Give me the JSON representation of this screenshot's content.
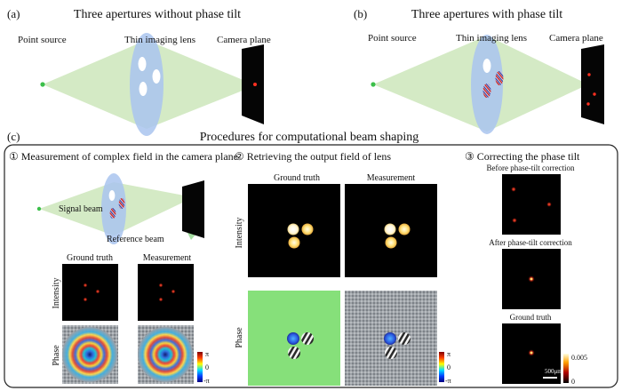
{
  "panel_a": {
    "tag": "(a)",
    "title": "Three apertures without phase tilt",
    "point_source": "Point source",
    "lens": "Thin imaging lens",
    "camera": "Camera plane"
  },
  "panel_b": {
    "tag": "(b)",
    "title": "Three apertures with phase tilt",
    "point_source": "Point source",
    "lens": "Thin imaging lens",
    "camera": "Camera plane"
  },
  "panel_c": {
    "tag": "(c)",
    "title": "Procedures for computational beam shaping",
    "step1": {
      "title": "① Measurement of complex field in the camera plane",
      "signal": "Signal beam",
      "reference": "Reference beam",
      "ground_truth": "Ground truth",
      "measurement": "Measurement",
      "intensity": "Intensity",
      "phase": "Phase",
      "cb_top": "π",
      "cb_mid": "0",
      "cb_bot": "-π"
    },
    "step2": {
      "title": "② Retrieving the output field of lens",
      "ground_truth": "Ground truth",
      "measurement": "Measurement",
      "intensity": "Intensity",
      "phase": "Phase",
      "cb_top": "π",
      "cb_mid": "0",
      "cb_bot": "-π"
    },
    "step3": {
      "title": "③ Correcting the phase tilt",
      "before": "Before phase-tilt correction",
      "after": "After phase-tilt correction",
      "ground_truth": "Ground truth",
      "scale": "500μm",
      "cb_top": "0.005",
      "cb_bot": "0"
    }
  },
  "colors": {
    "beam": "#cfe8bf",
    "lens": "#a9c4ee",
    "source": "#3bbf4a",
    "green_phase": "#86e07a",
    "panel_bg": "#000000"
  }
}
